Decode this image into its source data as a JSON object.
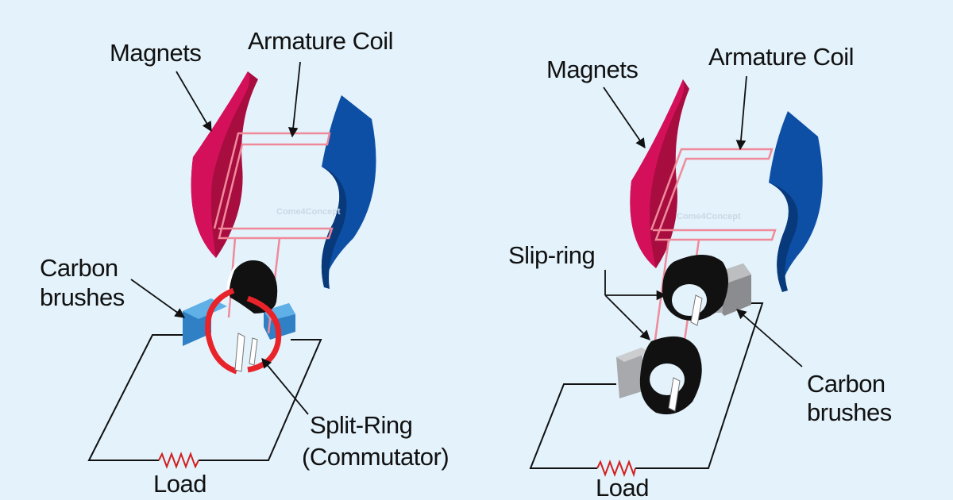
{
  "left": {
    "magnets": "Magnets",
    "armature": "Armature Coil",
    "brushes_line1": "Carbon",
    "brushes_line2": "brushes",
    "split_line1": "Split-Ring",
    "split_line2": "(Commutator)",
    "load": "Load"
  },
  "right": {
    "magnets": "Magnets",
    "armature": "Armature Coil",
    "slip": "Slip-ring",
    "brushes_line1": "Carbon",
    "brushes_line2": "brushes",
    "load": "Load"
  },
  "watermark": "Come4Concept",
  "colors": {
    "background": "#e3f2fb",
    "magnet_red": "#d5105a",
    "magnet_blue": "#0e4fa6",
    "coil": "#f08a9a",
    "commutator": "#e8232a",
    "brush_blue": "#3a8fcf",
    "brush_gray": "#a7a9ac",
    "resistor": "#d11f1f"
  }
}
